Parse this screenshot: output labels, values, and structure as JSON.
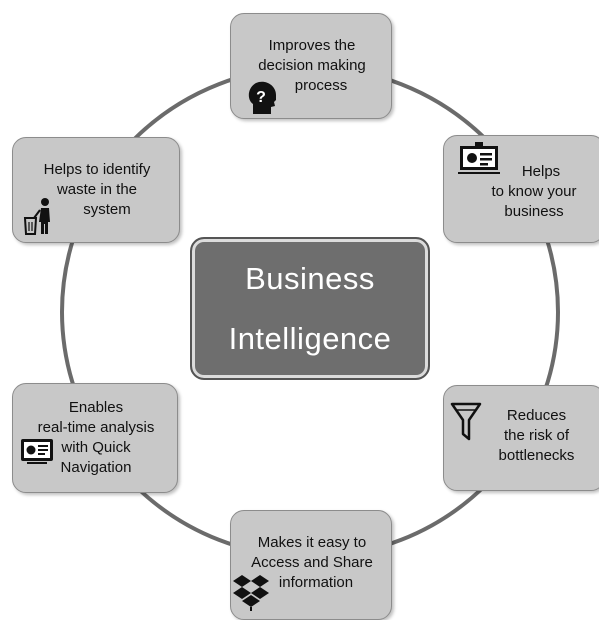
{
  "center": {
    "line1": "Business",
    "line2": "Intelligence"
  },
  "nodes": {
    "top": {
      "lines": [
        "Improves the",
        "decision making",
        "process"
      ],
      "icon": "question-head-icon"
    },
    "top_right": {
      "lines": [
        "Helps",
        "to know your",
        "business"
      ],
      "icon": "presentation-board-icon"
    },
    "bottom_right": {
      "lines": [
        "Reduces",
        "the risk of",
        "bottlenecks"
      ],
      "icon": "funnel-icon"
    },
    "bottom": {
      "lines": [
        "Makes it easy to",
        "Access and Share",
        "information"
      ],
      "icon": "dropbox-icon"
    },
    "bottom_left": {
      "lines": [
        "Enables",
        "real-time analysis",
        "with Quick",
        "Navigation"
      ],
      "icon": "dashboard-screen-icon"
    },
    "top_left": {
      "lines": [
        "Helps to identify",
        "waste in the",
        "system"
      ],
      "icon": "person-trash-icon"
    }
  },
  "colors": {
    "center_fill": "#6e6e6e",
    "node_fill": "#c8c8c8",
    "ring": "#6b6b6b"
  }
}
